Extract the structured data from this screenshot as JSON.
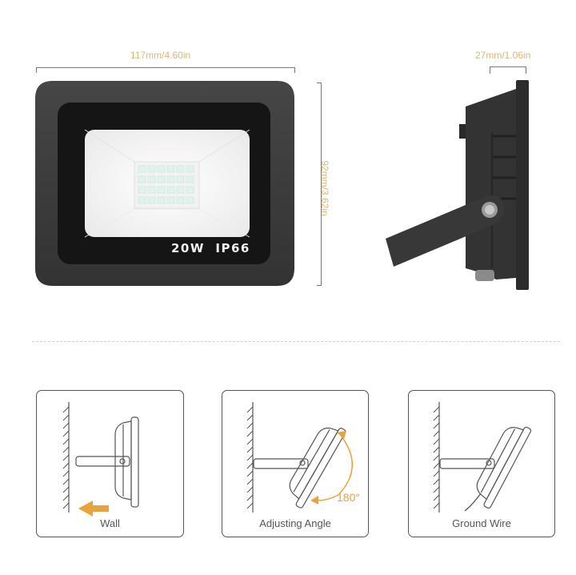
{
  "front_view": {
    "width_label": "117mm/4.60in",
    "height_label": "92mm/3.62in",
    "spec_label": "20W  IP66",
    "led_grid": {
      "rows": 4,
      "cols": 6
    }
  },
  "side_view": {
    "depth_label": "27mm/1.06in"
  },
  "installation": {
    "cards": [
      {
        "label": "Wall",
        "icon": "arrow-left-icon"
      },
      {
        "label": "Adjusting Angle",
        "angle_label": "180°",
        "icon": "rotate-arc-icon"
      },
      {
        "label": "Ground Wire",
        "icon": "ground-wire-icon"
      }
    ]
  },
  "colors": {
    "accent": "#e8a33c",
    "dimension_text": "#d9b77a",
    "housing": "#3a3a3a",
    "bezel": "#141414",
    "line_art": "#555555"
  }
}
